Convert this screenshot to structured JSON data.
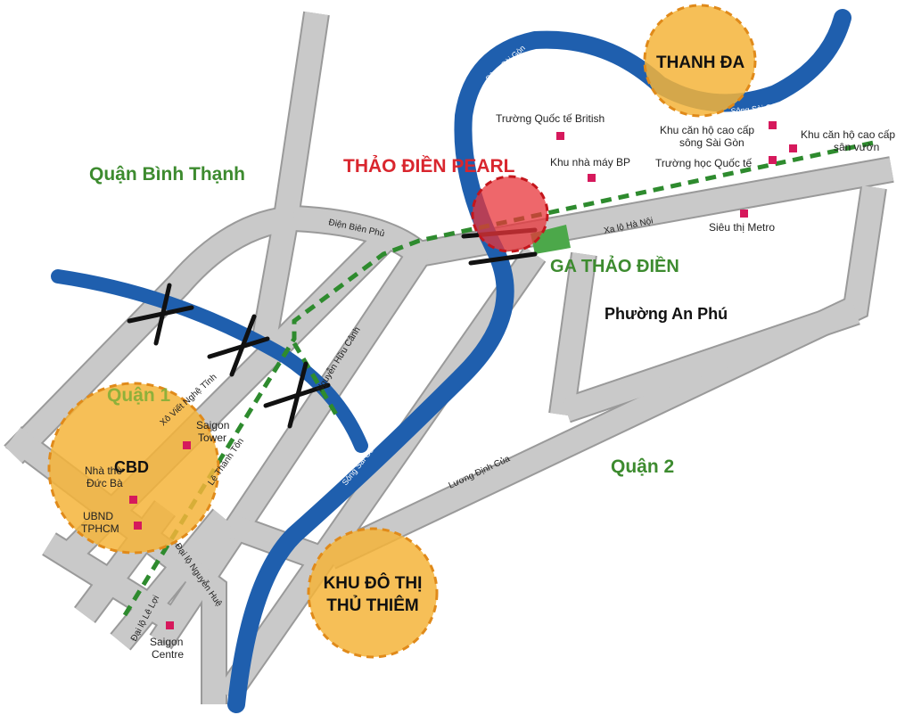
{
  "districts": {
    "binh_thanh": "Quận Bình Thạnh",
    "quan1": "Quận 1",
    "quan2": "Quận 2",
    "an_phu": "Phường An Phú"
  },
  "highlights": {
    "thao_dien_pearl": "THẢO ĐIỀN PEARL",
    "ga_thao_dien": "GA THẢO ĐIỀN",
    "thanh_da": "THANH ĐA",
    "cbd": "CBD",
    "thu_thiem_line1": "KHU ĐÔ THỊ",
    "thu_thiem_line2": "THỦ THIÊM"
  },
  "poi": {
    "british_school": "Trường Quốc tế British",
    "bp_factory": "Khu nhà máy BP",
    "song_saigon_apt_line1": "Khu căn hộ cao cấp",
    "song_saigon_apt_line2": "sông Sài Gòn",
    "san_vuon_apt_line1": "Khu căn hộ cao cấp",
    "san_vuon_apt_line2": "sân vườn",
    "intl_school": "Trường học Quốc tế",
    "metro_market": "Siêu thị Metro",
    "saigon_tower_line1": "Saigon",
    "saigon_tower_line2": "Tower",
    "notre_dame_line1": "Nhà thờ",
    "notre_dame_line2": "Đức Bà",
    "ubnd_line1": "UBND",
    "ubnd_line2": "TPHCM",
    "saigon_centre_line1": "Saigon",
    "saigon_centre_line2": "Centre"
  },
  "streets": {
    "dien_bien_phu": "Điện Biên Phủ",
    "nguyen_huu_canh": "Nguyễn Hữu Cảnh",
    "xa_lo_ha_noi": "Xa lộ Hà Nội",
    "luong_dinh_cua": "Lương Định Của",
    "xo_viet_nghe_tinh": "Xô Viết Nghệ Tĩnh",
    "le_thanh_ton": "Lê Thánh Tôn",
    "nguyen_hue": "Đại lộ Nguyễn Huệ",
    "le_loi": "Đại lộ Lê Lợi"
  },
  "rivers": {
    "song_saigon": "Sông Sài Gòn"
  },
  "colors": {
    "river": "#1f5fae",
    "road": "#c9c9c9",
    "district_green": "#3d8b2f",
    "highlight_red": "#d9262e",
    "circle_orange": "#f5b43a",
    "poi_marker": "#d6195c",
    "metro_line": "#2e8b2e"
  }
}
